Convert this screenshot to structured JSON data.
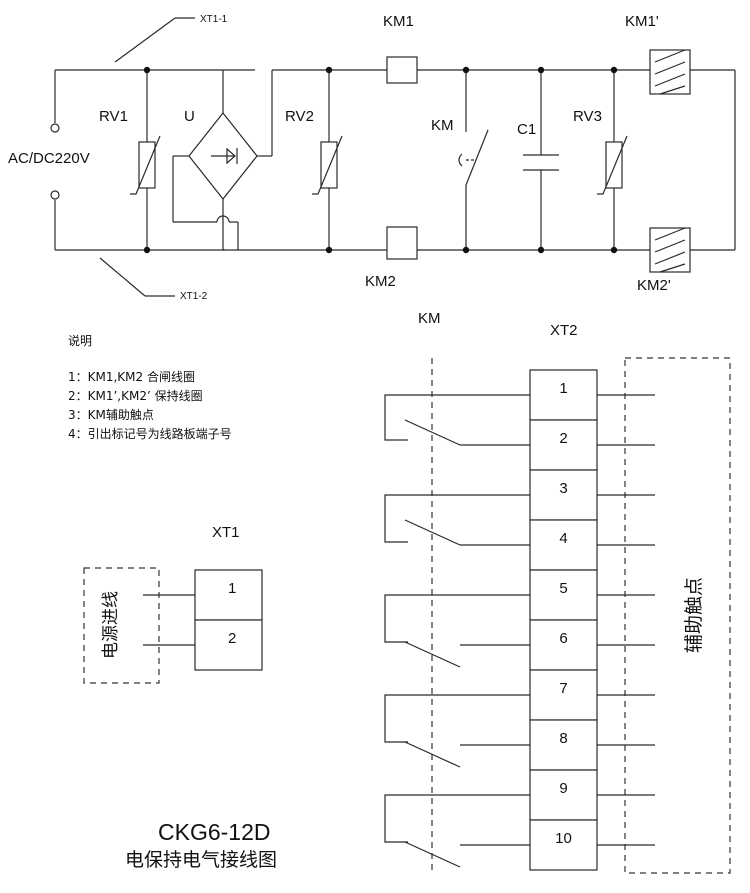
{
  "circuit": {
    "labels": {
      "xt1_1": "XT1-1",
      "xt1_2": "XT1-2",
      "km1": "KM1",
      "km1p": "KM1'",
      "km2": "KM2",
      "km2p": "KM2'",
      "rv1": "RV1",
      "u": "U",
      "rv2": "RV2",
      "km": "KM",
      "c1": "C1",
      "rv3": "RV3",
      "supply": "AC/DC220V"
    }
  },
  "notes": {
    "title": "说明",
    "items": [
      "1：KM1,KM2 合闸线圈",
      "2：KM1’,KM2’  保持线圈",
      "3：KM辅助触点",
      "4：引出标记号为线路板端子号"
    ]
  },
  "xt1": {
    "title": "XT1",
    "group_label": "电源进线",
    "terminals": [
      "1",
      "2"
    ]
  },
  "xt2": {
    "km_label": "KM",
    "title": "XT2",
    "group_label": "辅助触点",
    "terminals": [
      "1",
      "2",
      "3",
      "4",
      "5",
      "6",
      "7",
      "8",
      "9",
      "10"
    ]
  },
  "footer": {
    "model": "CKG6-12D",
    "subtitle": "电保持电气接线图"
  }
}
